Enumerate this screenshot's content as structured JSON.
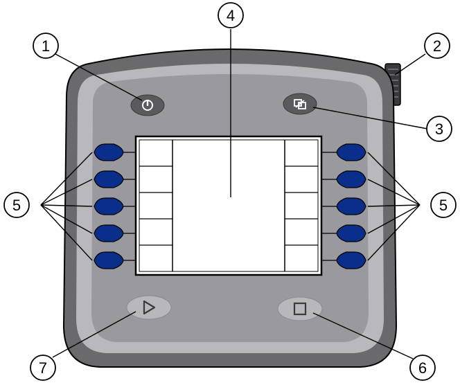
{
  "callouts": {
    "c1": "1",
    "c2": "2",
    "c3": "3",
    "c4": "4",
    "c5_left": "5",
    "c5_right": "5",
    "c6": "6",
    "c7": "7"
  },
  "colors": {
    "outer_body": "#6a6a6d",
    "front_panel": "#b9b9bd",
    "inner_panel": "#9a9a9e",
    "soft_button": "#0a2f8a",
    "oval_button": "#b8b8bc",
    "screen": "#ffffff",
    "line": "#000000"
  },
  "icons": {
    "on_off_button": "power-icon",
    "switch_button": "switch-view-icon",
    "start_button": "play-icon",
    "stop_button": "stop-icon"
  }
}
